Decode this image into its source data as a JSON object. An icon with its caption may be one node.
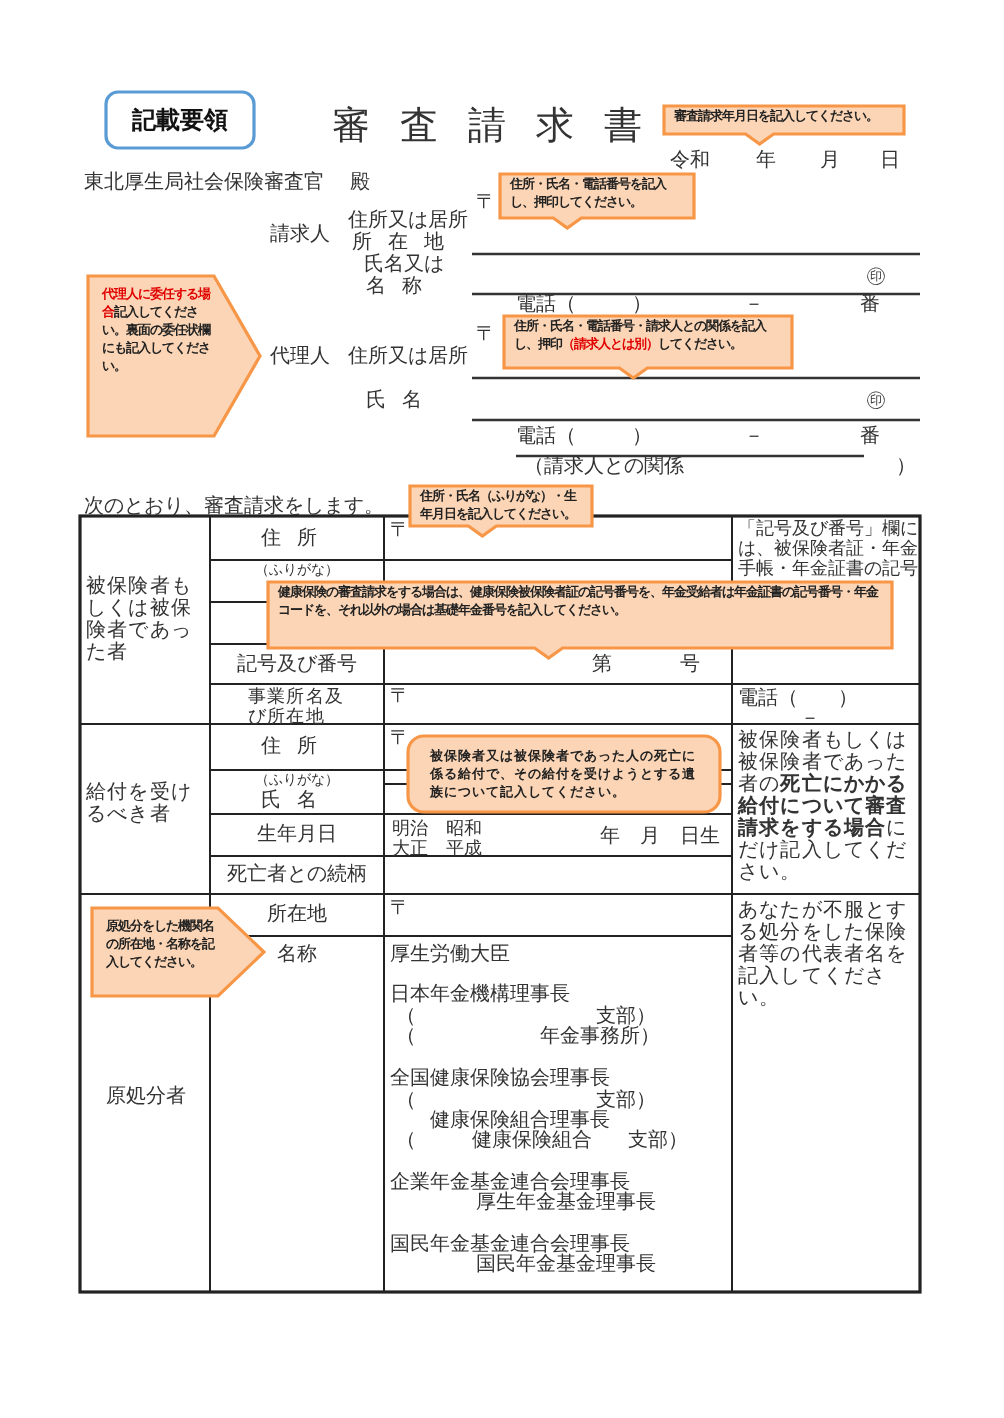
{
  "diagram": {
    "title": "審査請求書",
    "nodes": [
      {
        "text": [
          "記載要領"
        ]
      },
      {
        "text": [
          "審査請求年月日を記入してください。"
        ]
      },
      {
        "text": [
          "住所・氏名・電話番号を記入し、押印してください。"
        ]
      },
      {
        "text": [
          "**代理人に委任する場合**記入してください。裏面の委任状欄にも記入してください。"
        ]
      },
      {
        "text": [
          "住所・氏名・電話番号・請求人との関係を記入し、押印**（請求人とは別）**してください。"
        ]
      },
      {
        "text": [
          "住所・氏名（ふりがな）・生年月日を記入してください。"
        ]
      },
      {
        "text": [
          "健康保険の審査請求をする場合は、健康保険被保険者証の記号番号を、年金受給者は年金証書の記号番号・年金コードを、それ以外の場合は基礎年金番号を記入してください。"
        ]
      },
      {
        "text": [
          "被保険者又は被保険者であった人の死亡に係る給付で、その給付を受けようとする遺族について記入してください。"
        ]
      },
      {
        "text": [
          "原処分をした機関名の所在地・名称を記入してください。"
        ]
      }
    ],
    "labels": [
      "令和",
      "年",
      "月",
      "日",
      "東北厚生局社会保険審査官",
      "殿",
      "〒",
      "請求人",
      "住所又は居所",
      "所在地",
      "氏名又は",
      "名称",
      "㊞",
      "電話（",
      "）",
      "－",
      "番",
      "〒",
      "代理人",
      "住所又は居所",
      "氏名",
      "㊞",
      "電話（",
      "）",
      "－",
      "番",
      "（請求人との関係",
      "）",
      "次のとおり、審査請求をします。",
      "被保険者もしくは被保険者であった者",
      "住所",
      "〒",
      "「記号及び番号」欄には、被保険者証・年金手帳・年金証書の記号",
      "（ふりがな）",
      "記号及び番号",
      "第",
      "号",
      "事業所名及び所在地",
      "〒",
      "電話（　　）",
      "－",
      "給付を受けるべき者",
      "住所",
      "〒",
      "被保険者もしくは被保険者であった者の**死亡にかかる給付について審査請求をする場合**にだけ記入してください。",
      "（ふりがな）",
      "氏名",
      "生年月日",
      "明治　昭和",
      "大正　平成",
      "年　月　日生",
      "死亡者との続柄",
      "原処分者",
      "所在地",
      "〒",
      "あなたが不服とする処分をした保険者等の代表者名を記入してください。",
      "名称",
      "厚生労働大臣",
      "日本年金機構理事長",
      "（",
      "支部）",
      "（",
      "年金事務所）",
      "全国健康保険協会理事長",
      "（",
      "支部）",
      "健康保険組合理事長",
      "（",
      "健康保険組合",
      "支部）",
      "企業年金基金連合会理事長",
      "厚生年金基金理事長",
      "国民年金基金連合会理事長",
      "国民年金基金理事長"
    ]
  }
}
